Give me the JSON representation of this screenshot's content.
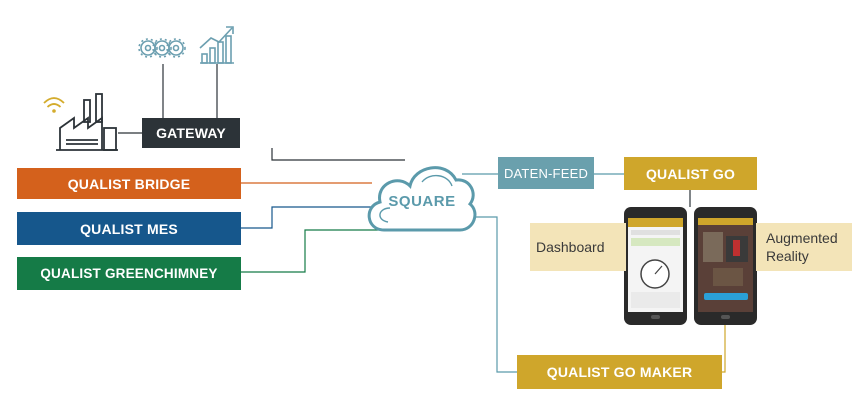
{
  "gateway": {
    "label": "GATEWAY"
  },
  "bridge": {
    "label": "QUALIST BRIDGE",
    "color": "#d4611c"
  },
  "mes": {
    "label": "QUALIST MES",
    "color": "#16578c"
  },
  "greenchimney": {
    "label": "QUALIST GREENCHIMNEY",
    "color": "#157b47"
  },
  "cloud": {
    "label": "SQUARE",
    "color": "#5b9aab"
  },
  "datenfeed": {
    "label": "DATEN-FEED",
    "color": "#6aa0ad"
  },
  "qualist_go": {
    "label": "QUALIST GO",
    "color": "#cfa62b"
  },
  "go_maker": {
    "label": "QUALIST GO MAKER",
    "color": "#cfa62b"
  },
  "dashboard": {
    "label": "Dashboard"
  },
  "ar": {
    "line1": "Augmented",
    "line2": "Reality"
  },
  "gateway_color": "#2c3338",
  "icon_color": "#6c9fb0",
  "icons": [
    "gears-icon",
    "growth-chart-icon",
    "factory-icon",
    "wifi-icon"
  ]
}
